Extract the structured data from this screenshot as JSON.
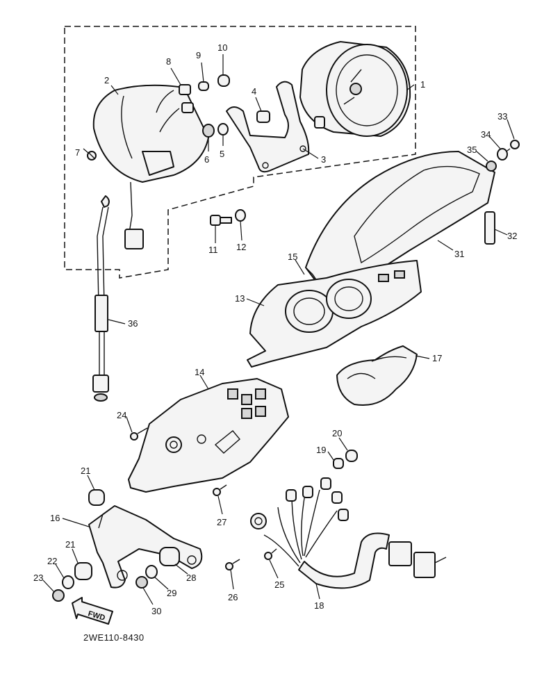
{
  "diagram": {
    "drawing_code": "2WE110-8430",
    "direction_label": "FWD",
    "callouts": [
      {
        "id": "p1",
        "label": "1"
      },
      {
        "id": "p2",
        "label": "2"
      },
      {
        "id": "p3",
        "label": "3"
      },
      {
        "id": "p4",
        "label": "4"
      },
      {
        "id": "p5",
        "label": "5"
      },
      {
        "id": "p6",
        "label": "6"
      },
      {
        "id": "p7",
        "label": "7"
      },
      {
        "id": "p8",
        "label": "8"
      },
      {
        "id": "p9",
        "label": "9"
      },
      {
        "id": "p10",
        "label": "10"
      },
      {
        "id": "p11",
        "label": "11"
      },
      {
        "id": "p12",
        "label": "12"
      },
      {
        "id": "p13",
        "label": "13"
      },
      {
        "id": "p14",
        "label": "14"
      },
      {
        "id": "p15",
        "label": "15"
      },
      {
        "id": "p16",
        "label": "16"
      },
      {
        "id": "p17",
        "label": "17"
      },
      {
        "id": "p18",
        "label": "18"
      },
      {
        "id": "p19",
        "label": "19"
      },
      {
        "id": "p20",
        "label": "20"
      },
      {
        "id": "p21a",
        "label": "21"
      },
      {
        "id": "p21b",
        "label": "21"
      },
      {
        "id": "p22",
        "label": "22"
      },
      {
        "id": "p23",
        "label": "23"
      },
      {
        "id": "p24",
        "label": "24"
      },
      {
        "id": "p25",
        "label": "25"
      },
      {
        "id": "p26",
        "label": "26"
      },
      {
        "id": "p27",
        "label": "27"
      },
      {
        "id": "p28",
        "label": "28"
      },
      {
        "id": "p29",
        "label": "29"
      },
      {
        "id": "p30",
        "label": "30"
      },
      {
        "id": "p31",
        "label": "31"
      },
      {
        "id": "p32",
        "label": "32"
      },
      {
        "id": "p33",
        "label": "33"
      },
      {
        "id": "p34",
        "label": "34"
      },
      {
        "id": "p35",
        "label": "35"
      },
      {
        "id": "p36",
        "label": "36"
      }
    ]
  }
}
